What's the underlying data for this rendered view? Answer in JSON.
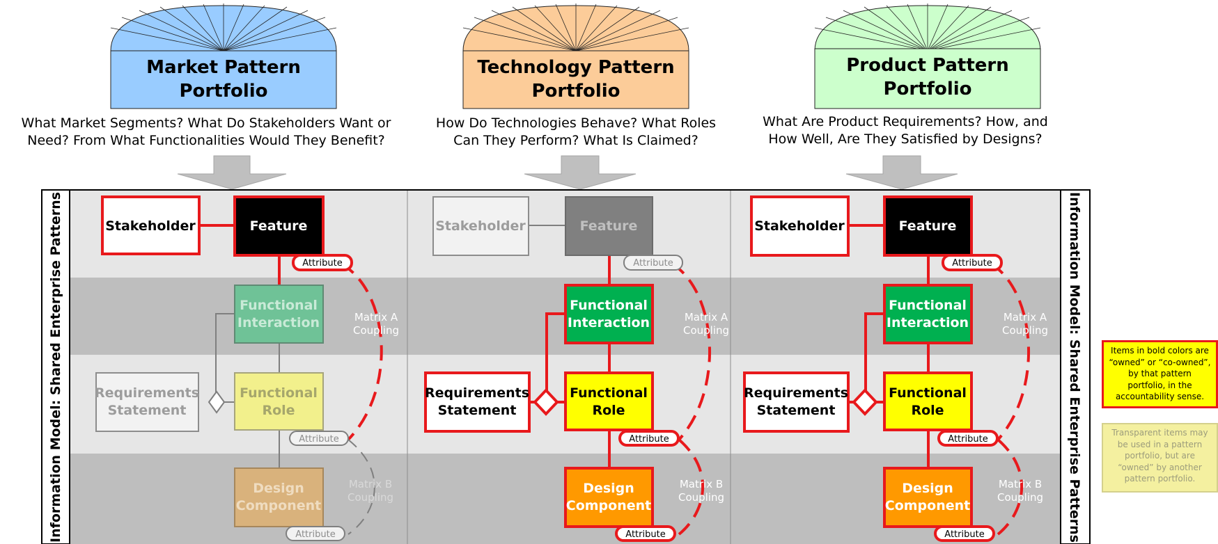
{
  "portfolios": [
    {
      "title_line1": "Market Pattern",
      "title_line2": "Portfolio",
      "question_line1": "What Market Segments? What Do Stakeholders Want or",
      "question_line2": "Need? From What Functionalities Would They Benefit?",
      "header_color": "#99ccff",
      "nodes": {
        "stakeholder": "Stakeholder",
        "feature": "Feature",
        "functional_interaction_1": "Functional",
        "functional_interaction_2": "Interaction",
        "requirements_statement_1": "Requirements",
        "requirements_statement_2": "Statement",
        "functional_role_1": "Functional",
        "functional_role_2": "Role",
        "design_component_1": "Design",
        "design_component_2": "Component"
      },
      "attribute_label": "Attribute",
      "matrix_a_1": "Matrix A",
      "matrix_a_2": "Coupling",
      "matrix_b_1": "Matrix B",
      "matrix_b_2": "Coupling"
    },
    {
      "title_line1": "Technology Pattern",
      "title_line2": "Portfolio",
      "question_line1": "How Do Technologies Behave? What Roles",
      "question_line2": "Can They Perform? What Is Claimed?",
      "header_color": "#fccc99",
      "nodes": {
        "stakeholder": "Stakeholder",
        "feature": "Feature",
        "functional_interaction_1": "Functional",
        "functional_interaction_2": "Interaction",
        "requirements_statement_1": "Requirements",
        "requirements_statement_2": "Statement",
        "functional_role_1": "Functional",
        "functional_role_2": "Role",
        "design_component_1": "Design",
        "design_component_2": "Component"
      },
      "attribute_label": "Attribute",
      "matrix_a_1": "Matrix A",
      "matrix_a_2": "Coupling",
      "matrix_b_1": "Matrix B",
      "matrix_b_2": "Coupling"
    },
    {
      "title_line1": "Product Pattern",
      "title_line2": "Portfolio",
      "question_line1": "What Are Product Requirements? How, and",
      "question_line2": "How Well, Are They Satisfied by Designs?",
      "header_color": "#ccffcc",
      "nodes": {
        "stakeholder": "Stakeholder",
        "feature": "Feature",
        "functional_interaction_1": "Functional",
        "functional_interaction_2": "Interaction",
        "requirements_statement_1": "Requirements",
        "requirements_statement_2": "Statement",
        "functional_role_1": "Functional",
        "functional_role_2": "Role",
        "design_component_1": "Design",
        "design_component_2": "Component"
      },
      "attribute_label": "Attribute",
      "matrix_a_1": "Matrix A",
      "matrix_a_2": "Coupling",
      "matrix_b_1": "Matrix B",
      "matrix_b_2": "Coupling"
    }
  ],
  "side_label": "Information Model:  Shared Enterprise Patterns",
  "legend": {
    "owned": {
      "line1": "Items in bold colors are",
      "line2": "“owned” or “co-owned”,",
      "line3": "by that pattern",
      "line4": "portfolio, in the",
      "line5": "accountability sense."
    },
    "transparent": {
      "line1": "Transparent items may",
      "line2": "be used in a pattern",
      "line3": "portfolio, but are",
      "line4": "“owned” by another",
      "line5": "pattern portfolio."
    }
  },
  "colors": {
    "highlight_red": "#e8191c",
    "feature_black": "#000000",
    "functional_interaction_green": "#00b050",
    "functional_role_yellow": "#ffff00",
    "design_component_orange": "#ff9900",
    "band_light": "#e6e6e6",
    "band_dark": "#bebebe"
  }
}
